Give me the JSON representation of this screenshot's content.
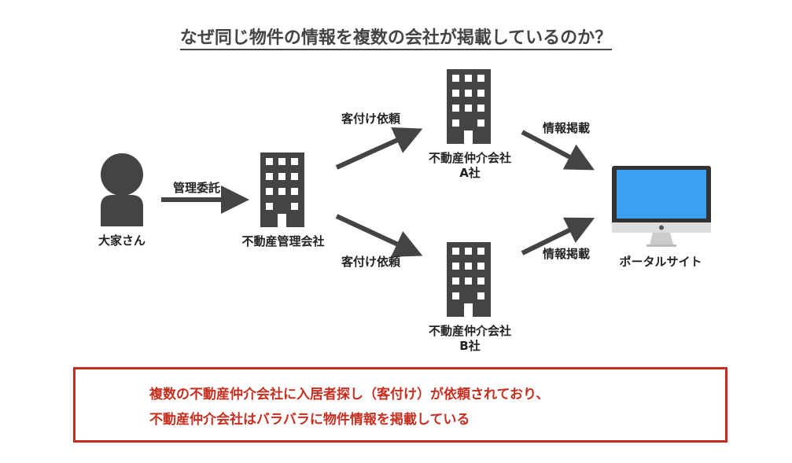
{
  "title": "なぜ同じ物件の情報を複数の会社が掲載しているのか？",
  "nodes": {
    "owner": "大家さん",
    "management_company": "不動産管理会社",
    "agency_a_name": "不動産仲介会社",
    "agency_a_suffix": "A社",
    "agency_b_name": "不動産仲介会社",
    "agency_b_suffix": "B社",
    "portal": "ポータルサイト"
  },
  "edges": {
    "owner_to_management": "管理委託",
    "management_to_a": "客付け依頼",
    "management_to_b": "客付け依頼",
    "a_to_portal": "情報掲載",
    "b_to_portal": "情報掲載"
  },
  "note": {
    "line1": "複数の不動産仲介会社に入居者探し（客付け）が依頼されており、",
    "line2": "不動産仲介会社はバラバラに物件情報を掲載している"
  },
  "colors": {
    "icon": "#444444",
    "monitor_screen": "#3aa0f0",
    "monitor_body": "#dddddd",
    "accent": "#c62f1f"
  }
}
